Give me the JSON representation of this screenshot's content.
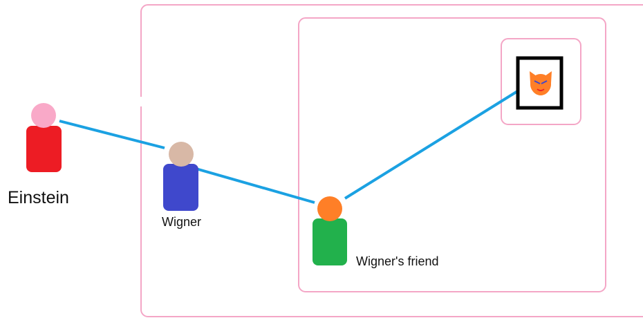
{
  "labels": {
    "einstein": "Einstein",
    "wigner": "Wigner",
    "friend": "Wigner's friend"
  },
  "colors": {
    "box_border": "#f4a6c6",
    "link_line": "#1ba1e2",
    "einstein_head": "#f9a9c8",
    "einstein_body": "#ed1c24",
    "wigner_head": "#d8b8a6",
    "wigner_body": "#3f48cc",
    "friend_head": "#ff7f27",
    "friend_body": "#22b14c",
    "cat_face": "#ff7f27",
    "cat_eyes": "#3f48cc",
    "cat_mouth": "#ed1c24",
    "cat_frame": "#000000"
  },
  "icons": {
    "cat": "cat-face-icon"
  }
}
